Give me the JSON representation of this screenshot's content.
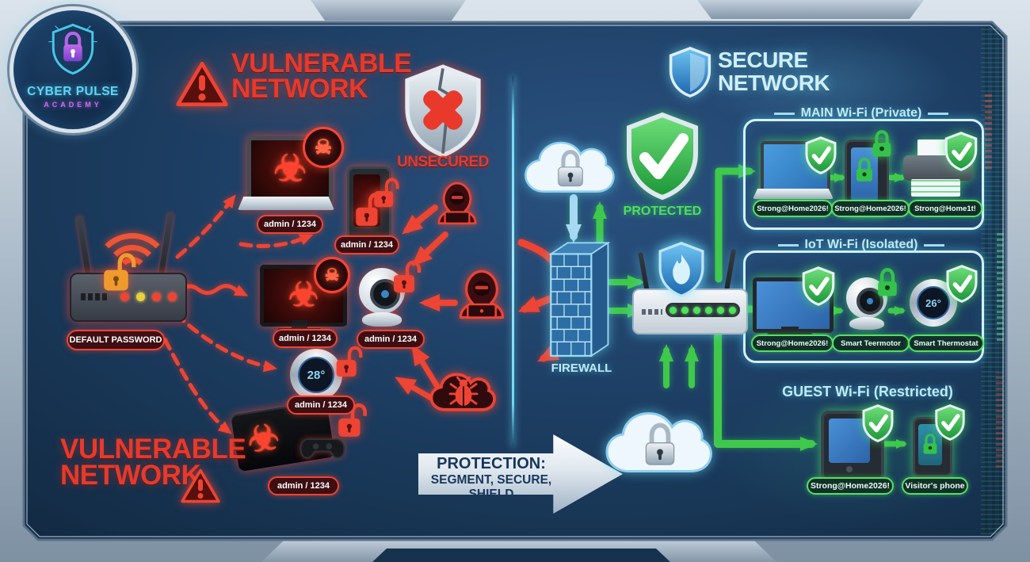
{
  "colors": {
    "red": "#ee4434",
    "green": "#3fc84b",
    "cyan": "#7fd8f2",
    "orange": "#f09a2e",
    "magenta": "#c969e8",
    "navy": "#1b3a5e"
  },
  "icons": {
    "biohazard": "☣",
    "skull": "☠"
  },
  "logo": {
    "name": "CYBER PULSE",
    "subtitle": "ACADEMY"
  },
  "vulnerable": {
    "title_line1": "VULNERABLE",
    "title_line2": "NETWORK",
    "unsecured_label": "UNSECURED",
    "router_label": "DEFAULT PASSWORD",
    "credential_label": "admin / 1234",
    "thermostat_reading": "28°",
    "bottom_title_line1": "VULNERABLE",
    "bottom_title_line2": "NETWORK"
  },
  "center": {
    "firewall_label": "FIREWALL",
    "protection_line1": "PROTECTION:",
    "protection_line2": "SEGMENT, SECURE, SHIELD"
  },
  "secure": {
    "title_line1": "SECURE",
    "title_line2": "NETWORK",
    "protected_label": "PROTECTED",
    "main_wifi": {
      "title": "MAIN Wi-Fi (Private)",
      "labels": [
        "Strong@Home2026!",
        "Strong@Home2026!",
        "Strong@Home1t!"
      ]
    },
    "iot_wifi": {
      "title": "IoT Wi-Fi (Isolated)",
      "labels": [
        "Strong@Home2026!",
        "Smart Teermotor",
        "Smart Thermostat"
      ],
      "thermostat_reading": "26°"
    },
    "guest_wifi": {
      "title": "GUEST Wi-Fi (Restricted)",
      "labels": [
        "Strong@Home2026!",
        "Visitor's phone"
      ]
    }
  }
}
